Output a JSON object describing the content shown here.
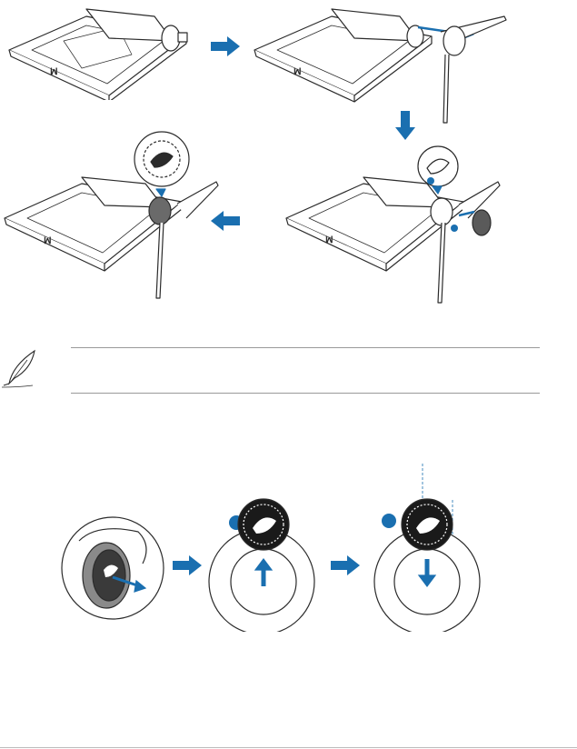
{
  "figures": {
    "step1": {
      "icon": "monitor-panel-face-down"
    },
    "step2": {
      "icon": "stand-attached-to-panel"
    },
    "step3": {
      "icon": "base-and-logo-cap-attached"
    },
    "step4": {
      "icon": "assembled-monitor-with-logo-detail"
    },
    "cap_removal": {
      "icon": "hand-removing-logo-cap"
    },
    "cap_insert_a": {
      "icon": "logo-cap-insert-up"
    },
    "cap_insert_b": {
      "icon": "logo-cap-insert-down"
    }
  },
  "note": {
    "icon": "feather-quill-icon"
  },
  "colors": {
    "arrow": "#1a6fb0",
    "line": "#2b2b2b",
    "rule": "#9a9a9a"
  }
}
